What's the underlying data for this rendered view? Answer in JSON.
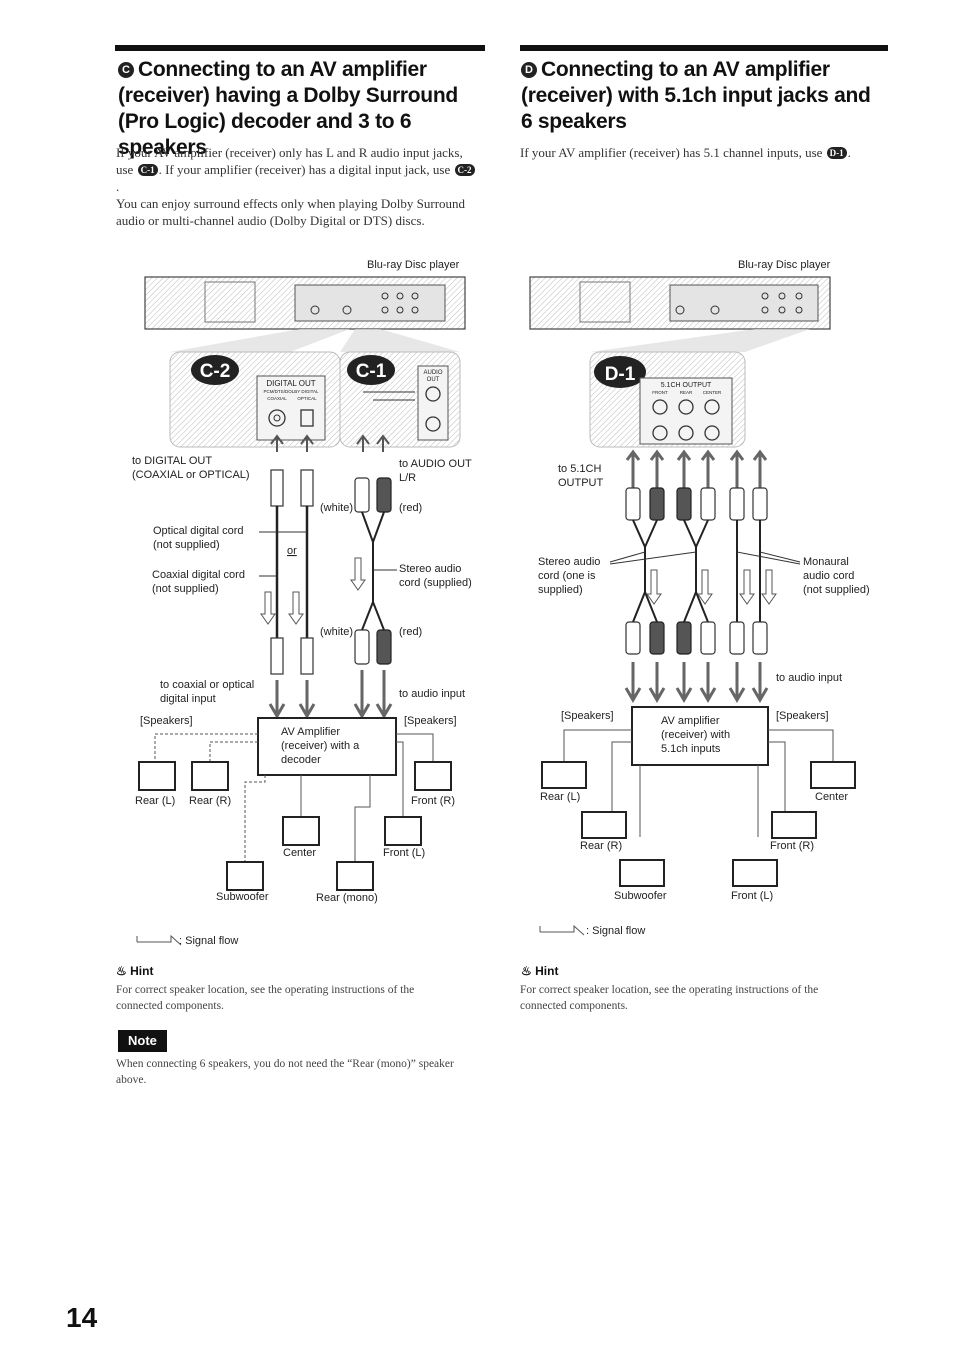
{
  "left": {
    "badge": "C",
    "title": "Connecting to an AV amplifier (receiver) having a Dolby Surround (Pro Logic) decoder and 3 to 6 speakers",
    "intro_1a": "If your AV amplifier (receiver) only has L and R audio input jacks, use",
    "intro_badge_1": "C-1",
    "intro_1b": ". If your amplifier (receiver) has a digital input jack, use",
    "intro_badge_2": "C-2",
    "intro_1c": ".",
    "intro_2": "You can enjoy surround effects only when playing Dolby Surround audio or multi-channel audio (Dolby Digital or DTS) discs.",
    "diagram": {
      "player_label": "Blu-ray Disc player",
      "callout_c2": "C-2",
      "callout_c1": "C-1",
      "digital_out_panel": "DIGITAL OUT",
      "digital_out_sub": "PCM/DTS/DOLBY DIGITAL",
      "coaxial_small": "COAXIAL",
      "optical_small": "OPTICAL",
      "audio_out_panel": "AUDIO",
      "audio_out_panel2": "OUT",
      "to_digital_out": "to DIGITAL OUT",
      "coaxial_or_optical": "(COAXIAL or OPTICAL)",
      "to_audio_out": "to AUDIO OUT",
      "lr": "L/R",
      "white_1": "(white)",
      "red_1": "(red)",
      "optical_cord": "Optical digital cord",
      "optical_cord_ns": "(not supplied)",
      "or": "or",
      "coaxial_cord": "Coaxial digital cord",
      "coaxial_cord_ns": "(not supplied)",
      "stereo_cord": "Stereo audio",
      "stereo_cord_2": "cord (supplied)",
      "white_2": "(white)",
      "red_2": "(red)",
      "to_coax_input": "to coaxial or optical",
      "to_coax_input_2": "digital input",
      "to_audio_input": "to audio input",
      "speakers_left": "[Speakers]",
      "speakers_right": "[Speakers]",
      "amp_line1": "AV Amplifier",
      "amp_line2": "(receiver) with a",
      "amp_line3": "decoder",
      "rear_l": "Rear (L)",
      "rear_r": "Rear (R)",
      "front_r": "Front (R)",
      "center": "Center",
      "front_l": "Front (L)",
      "subwoofer": "Subwoofer",
      "rear_mono": "Rear (mono)",
      "signal_flow": ": Signal flow"
    },
    "hint_title": "Hint",
    "hint_text": "For correct speaker location, see the operating instructions of the connected components.",
    "note_label": "Note",
    "note_text": "When connecting 6 speakers, you do not need the “Rear (mono)” speaker above."
  },
  "right": {
    "badge": "D",
    "title": "Connecting to an AV amplifier (receiver) with 5.1ch input jacks and 6 speakers",
    "intro_a": "If your AV amplifier (receiver) has 5.1 channel inputs, use",
    "intro_badge": "D-1",
    "intro_b": ".",
    "diagram": {
      "player_label": "Blu-ray Disc player",
      "callout_d1": "D-1",
      "panel_title": "5.1CH OUTPUT",
      "panel_front": "FRONT",
      "panel_rear": "REAR",
      "panel_center": "CENTER",
      "to_51ch": "to 5.1CH",
      "output": "OUTPUT",
      "stereo_cord": "Stereo audio",
      "stereo_cord_2": "cord (one is",
      "stereo_cord_3": "supplied)",
      "mono_cord": "Monaural",
      "mono_cord_2": "audio cord",
      "mono_cord_3": "(not supplied)",
      "to_audio_input": "to audio input",
      "speakers_left": "[Speakers]",
      "speakers_right": "[Speakers]",
      "amp_line1": "AV amplifier",
      "amp_line2": "(receiver) with",
      "amp_line3": "5.1ch inputs",
      "rear_l": "Rear (L)",
      "center": "Center",
      "rear_r": "Rear (R)",
      "front_r": "Front (R)",
      "subwoofer": "Subwoofer",
      "front_l": "Front (L)",
      "signal_flow": ": Signal flow"
    },
    "hint_title": "Hint",
    "hint_text": "For correct speaker location, see the operating instructions of the connected components."
  },
  "page_number": "14"
}
